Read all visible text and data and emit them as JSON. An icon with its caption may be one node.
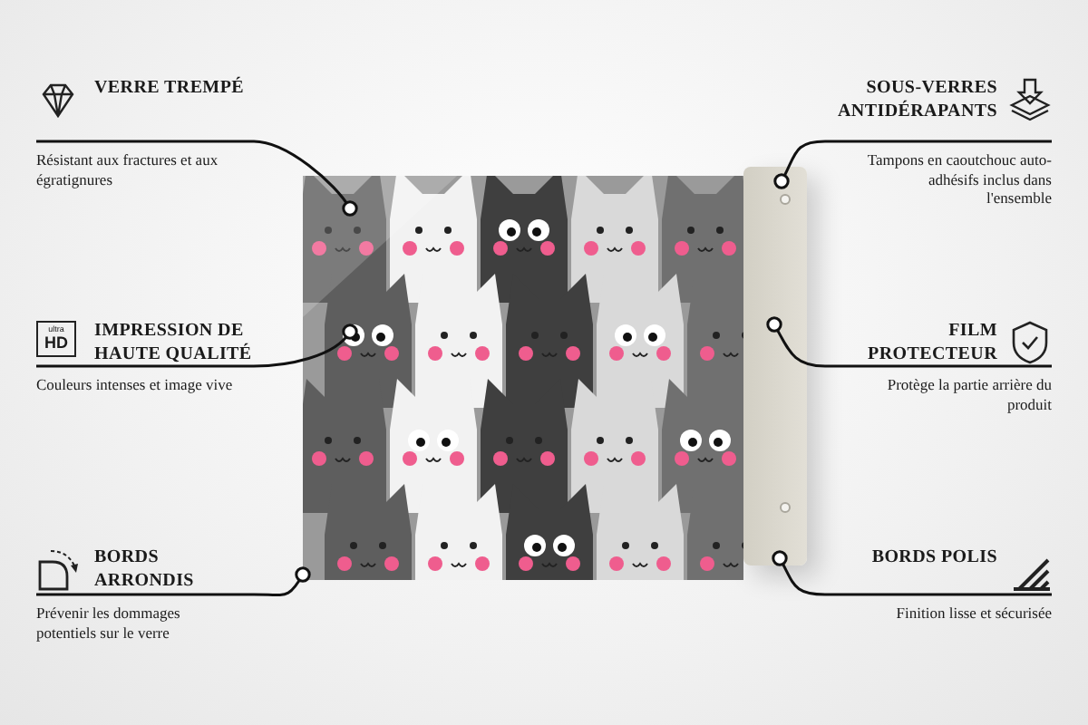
{
  "diagram": {
    "nodes": [
      {
        "text": [],
        "shape": "box"
      },
      {
        "text": [],
        "shape": "picture"
      },
      {
        "text": [
          "VERRE TREMPÉ",
          "Résistant aux fractures et aux égratignures"
        ]
      },
      {
        "text": [
          "SOUS-VERRES ANTIDÉRAPANTS",
          "Tampons en caoutchouc auto-adhésifs inclus dans l'ensemble"
        ]
      },
      {
        "text": [
          "IMPRESSION DE HAUTE QUALITÉ",
          "Couleurs intenses et image vive"
        ]
      },
      {
        "text": [
          "FILM PROTECTEUR",
          "Protège la partie arrière du produit"
        ]
      },
      {
        "text": [
          "BORDS ARRONDIS",
          "Prévenir les dommages potentiels sur le verre"
        ]
      },
      {
        "text": [
          "BORDS POLIS",
          "Finition lisse et sécurisée"
        ]
      }
    ],
    "edges": [
      {
        "from": 2,
        "to": 1,
        "arrow": "other"
      },
      {
        "from": 3,
        "to": 0,
        "arrow": "other"
      },
      {
        "from": 4,
        "to": 1,
        "arrow": "other"
      },
      {
        "from": 5,
        "to": 0,
        "arrow": "other"
      },
      {
        "from": 6,
        "to": 1,
        "arrow": "other"
      },
      {
        "from": 7,
        "to": 0,
        "arrow": "other"
      }
    ],
    "labels": [
      "ultra",
      "HD"
    ]
  }
}
